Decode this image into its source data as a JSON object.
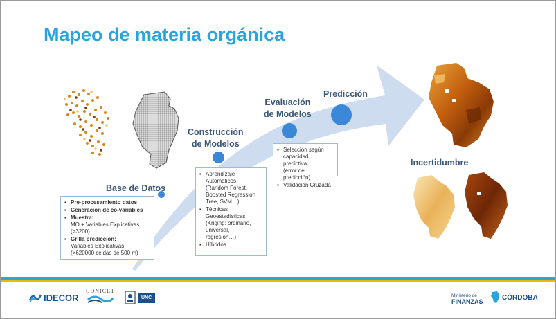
{
  "title": "Mapeo de materia orgánica",
  "stages": {
    "base": "Base de Datos",
    "construccion": [
      "Construcción",
      "de Modelos"
    ],
    "evaluacion": [
      "Evaluación",
      "de Modelos"
    ],
    "prediccion": "Predicción",
    "incertidumbre": "Incertidumbre"
  },
  "base_box": {
    "item1": "Pre-procesamiento datos",
    "item2": "Generación de co-variables",
    "item3_title": "Muestra:",
    "item3_lines": [
      "MO + Variables Explicativas",
      "(>3200)"
    ],
    "item4_title": "Grilla predicción:",
    "item4_lines": [
      "Variables Explicativas",
      "(>620000 celdas de 500 m)"
    ]
  },
  "construccion_box": {
    "item1_lines": [
      "Aprendizaje",
      "Automáticos",
      "(Random Forest,",
      "Boosted Regression",
      "Tree, SVM…)"
    ],
    "item2_lines": [
      "Técnicas",
      "Geoestadísticas",
      "(Kriging: ordinario,",
      "universal,",
      "regresión…)"
    ],
    "item3": "Híbridos"
  },
  "evaluacion_box": {
    "item1_lines": [
      "Selección según",
      "capacidad predictiva",
      "(error de predicción)"
    ],
    "item2": "Validación Cruzada"
  },
  "footer": {
    "idecor": "IDECOR",
    "conicet": "CONICET",
    "unc": "UNC",
    "ministerio_small": "Ministerio de",
    "ministerio_big": "FINANZAS",
    "cordoba": "CÓRDOBA"
  },
  "colors": {
    "title": "#2aa4dc",
    "stage": "#3b5878",
    "dot": "#3b87d8",
    "arrow": "#c9d8ee",
    "stripe_blue": "#2aa4dc",
    "stripe_yellow": "#f2b705"
  }
}
